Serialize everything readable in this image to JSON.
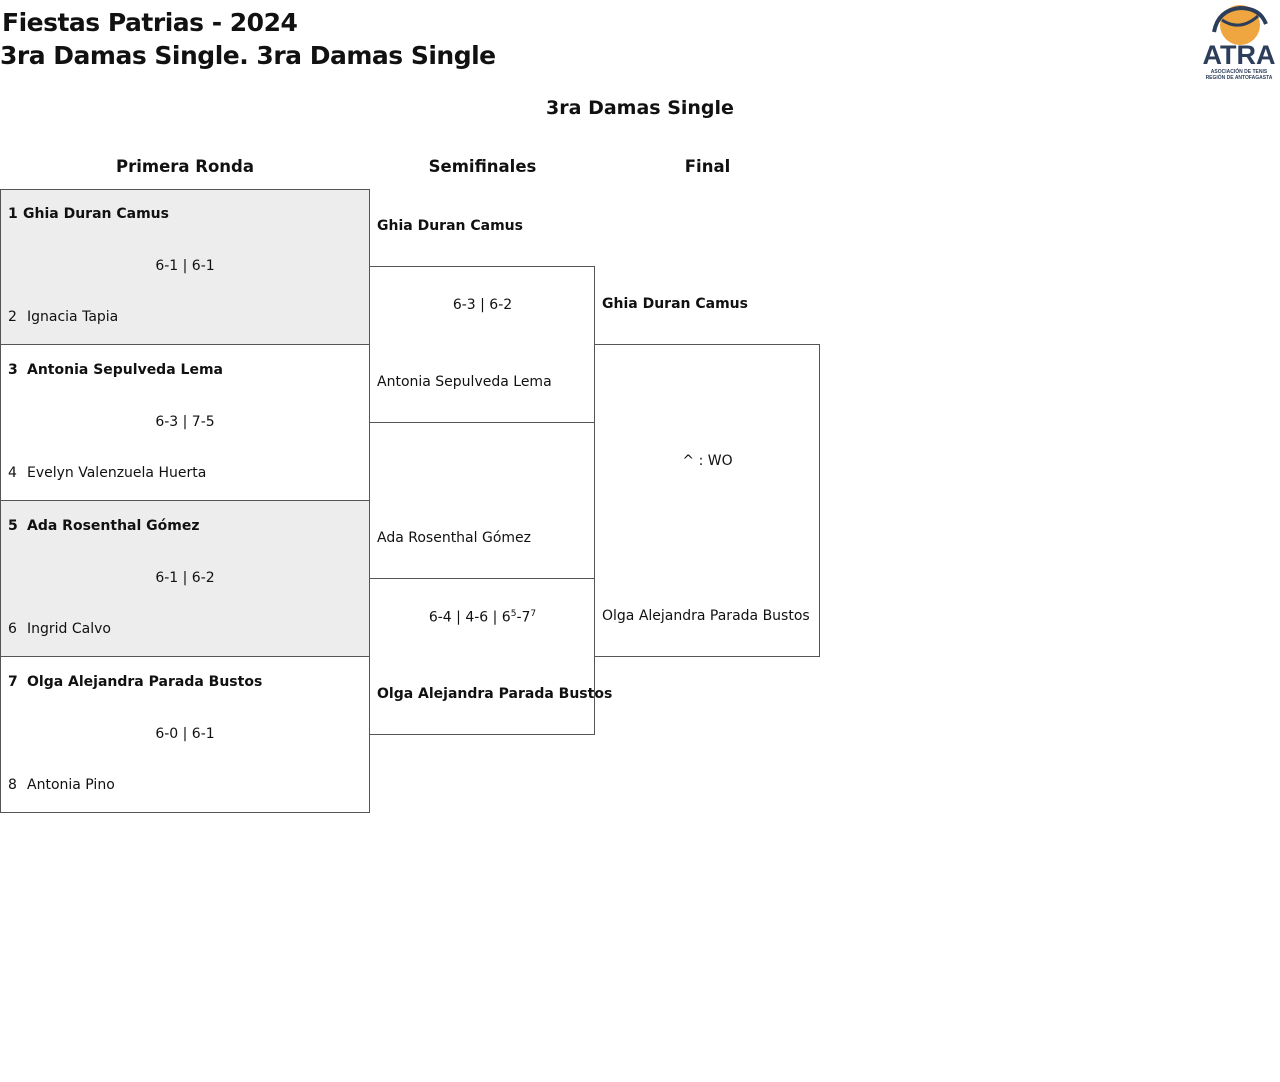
{
  "header": {
    "title_line1": "Fiestas Patrias - 2024",
    "title_line2": "3ra Damas Single. 3ra Damas Single",
    "logo": {
      "text": "ATRA",
      "subtext_line1": "ASOCIACIÓN DE TENIS",
      "subtext_line2": "REGIÓN DE ANTOFAGASTA",
      "colors": {
        "navy": "#2d3e5a",
        "orange": "#f0a640"
      }
    }
  },
  "bracket": {
    "title": "3ra Damas Single",
    "rounds": [
      "Primera Ronda",
      "Semifinales",
      "Final"
    ],
    "first_round": [
      {
        "p1_seed": "1",
        "p1_name": "Ghia Duran Camus",
        "score": "6-1 | 6-1",
        "p2_seed": "2",
        "p2_name": "Ignacia Tapia"
      },
      {
        "p1_seed": "3",
        "p1_name": "Antonia Sepulveda Lema",
        "score": "6-3 | 7-5",
        "p2_seed": "4",
        "p2_name": "Evelyn Valenzuela Huerta"
      },
      {
        "p1_seed": "5",
        "p1_name": "Ada Rosenthal Gómez",
        "score": "6-1 | 6-2",
        "p2_seed": "6",
        "p2_name": "Ingrid Calvo"
      },
      {
        "p1_seed": "7",
        "p1_name": "Olga Alejandra Parada Bustos",
        "score": "6-0 | 6-1",
        "p2_seed": "8",
        "p2_name": "Antonia Pino"
      }
    ],
    "semifinals": [
      {
        "p1_name": "Ghia Duran Camus",
        "score": "6-3 | 6-2",
        "p2_name": "Antonia Sepulveda Lema"
      },
      {
        "p1_name": "Ada Rosenthal Gómez",
        "score_prefix": "6-4 | 4-6 | 6",
        "score_sup1": "5",
        "score_mid": "-7",
        "score_sup2": "7",
        "p2_name": "Olga Alejandra Parada Bustos"
      }
    ],
    "final": {
      "p1_name": "Ghia Duran Camus",
      "score": "^ : WO",
      "p2_name": "Olga Alejandra Parada Bustos"
    }
  },
  "colors": {
    "shade": "#ededed",
    "border": "#555555"
  }
}
